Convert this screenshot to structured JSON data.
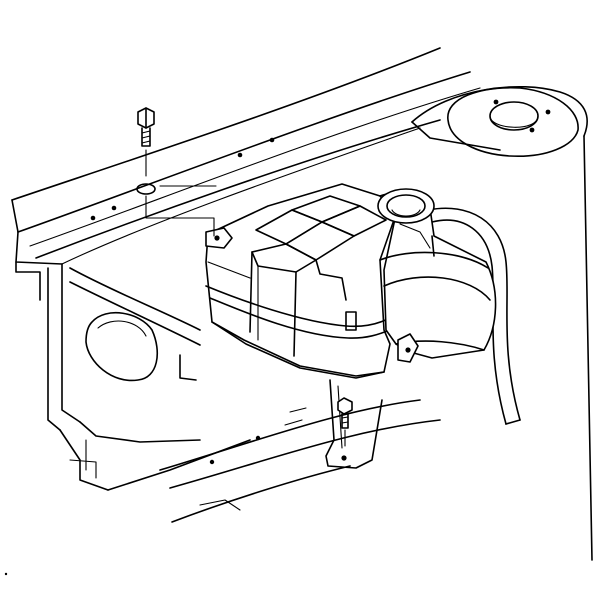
{
  "figure": {
    "components": [
      {
        "name": "coolant-reservoir",
        "kind": "part"
      },
      {
        "name": "reservoir-fill-neck",
        "kind": "part"
      },
      {
        "name": "mounting-bracket",
        "kind": "part"
      },
      {
        "name": "upper-mounting-bolt",
        "kind": "fastener"
      },
      {
        "name": "lower-mounting-bolt",
        "kind": "fastener"
      },
      {
        "name": "radiator-support",
        "kind": "structure"
      },
      {
        "name": "strut-tower",
        "kind": "structure"
      },
      {
        "name": "overflow-hose",
        "kind": "hose"
      }
    ]
  }
}
